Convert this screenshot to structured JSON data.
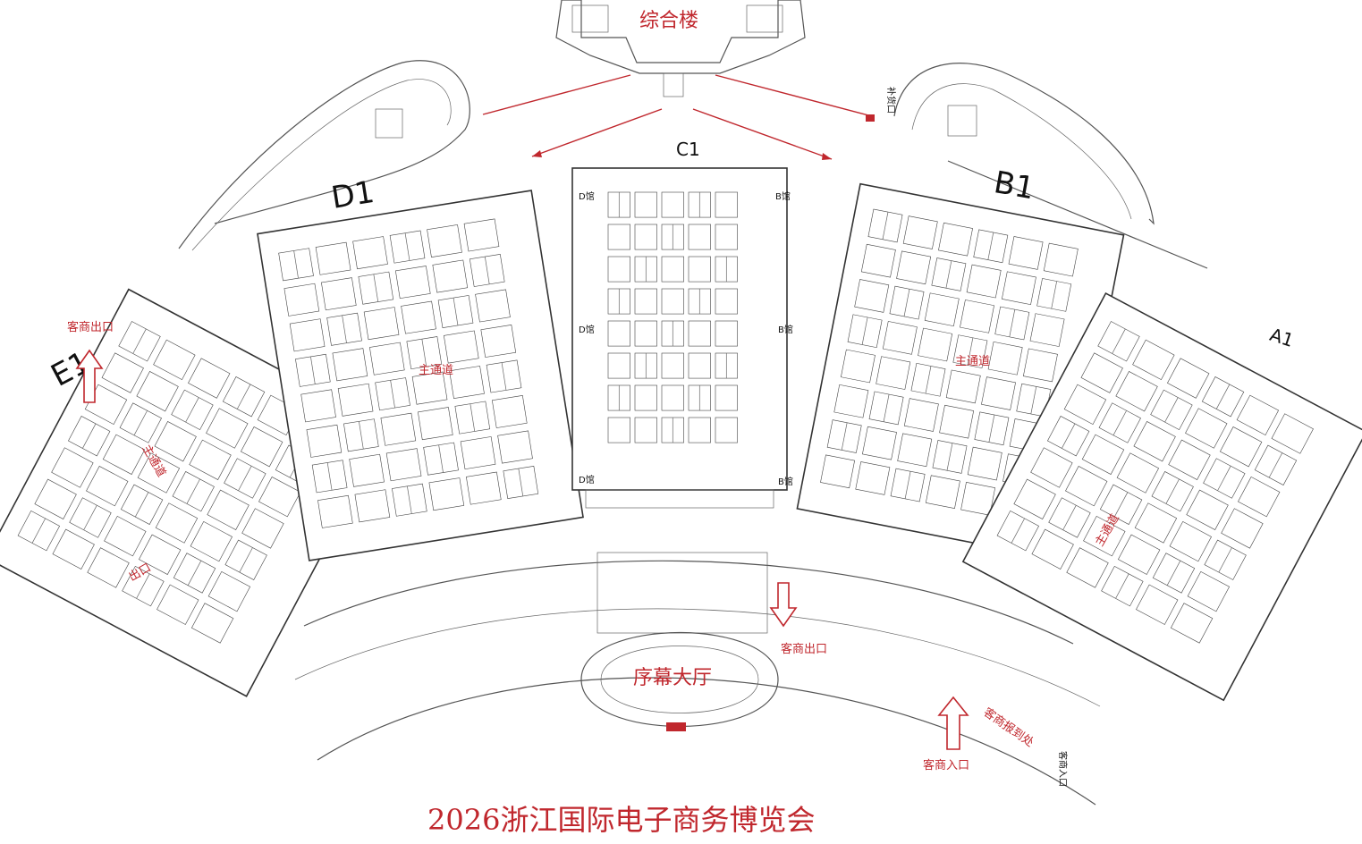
{
  "title": "2026浙江国际电子商务博览会",
  "buildings": {
    "office": "综合楼",
    "lobby": "序幕大厅"
  },
  "halls": {
    "a": "A1",
    "b": "B1",
    "c": "C1",
    "d": "D1",
    "e": "E1"
  },
  "hall_door_labels": {
    "d_hall": "D馆",
    "b_hall": "B馆"
  },
  "aisle_label": "主通道",
  "markers": {
    "visitor_exit_left": "客商出口",
    "visitor_exit_center": "客商出口",
    "visitor_entrance": "客商入口",
    "visitor_checkin": "客商报到处",
    "restock_entrance": "补货口",
    "exit_small": "出口",
    "entrance_small": "客商入口"
  },
  "colors": {
    "accent_red": "#c0272d",
    "plan_lines": "#444444",
    "background": "#ffffff"
  }
}
